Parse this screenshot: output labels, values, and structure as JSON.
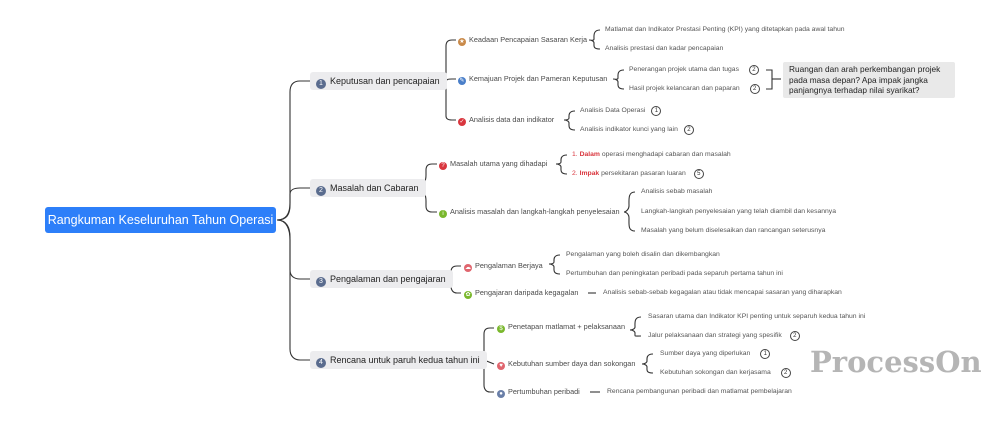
{
  "root": "Rangkuman Keseluruhan Tahun Operasi",
  "branches": [
    {
      "num": "1",
      "label": "Keputusan dan pencapaian",
      "subs": [
        {
          "label": "Keadaan Pencapaian Sasaran Kerja",
          "icon": "trophy-icon",
          "leaves": [
            "Matlamat dan Indikator Prestasi Penting (KPI) yang ditetapkan pada awal tahun",
            "Analisis prestasi dan kadar pencapaian"
          ]
        },
        {
          "label": "Kemajuan Projek dan Pameran Keputusan",
          "icon": "pencil-icon",
          "leaves": [
            "Penerangan projek utama dan tugas",
            "Hasil projek kelancaran dan paparan"
          ],
          "leaf_badges": [
            "2",
            "2"
          ],
          "note": "Ruangan dan arah perkembangan projek pada masa depan? Apa impak jangka panjangnya terhadap nilai syarikat?"
        },
        {
          "label": "Analisis data dan indikator",
          "icon": "check-icon",
          "leaves": [
            "Analisis Data Operasi",
            "Analisis indikator kunci yang lain"
          ],
          "leaf_badges": [
            "1",
            "2"
          ]
        }
      ]
    },
    {
      "num": "2",
      "label": "Masalah dan Cabaran",
      "subs": [
        {
          "label": "Masalah utama yang dihadapi",
          "icon": "question-icon",
          "leaves": [
            {
              "prefix": "1.",
              "highlight": "Dalam",
              "rest": "operasi menghadapi cabaran dan masalah"
            },
            {
              "prefix": "2.",
              "highlight": "Impak",
              "rest": "persekitaran pasaran luaran",
              "badge": "5"
            }
          ]
        },
        {
          "label": "Analisis masalah dan langkah-langkah penyelesaian",
          "icon": "info-icon",
          "leaves": [
            "Analisis sebab masalah",
            "Langkah-langkah penyelesaian yang telah diambil dan kesannya",
            "Masalah yang belum diselesaikan dan rancangan seterusnya"
          ]
        }
      ]
    },
    {
      "num": "3",
      "label": "Pengalaman dan pengajaran",
      "subs": [
        {
          "label": "Pengalaman Berjaya",
          "icon": "cloud-icon",
          "leaves": [
            "Pengalaman yang boleh disalin dan dikembangkan",
            "Pertumbuhan dan peningkatan peribadi pada separuh pertama tahun ini"
          ]
        },
        {
          "label": "Pengajaran daripada kegagalan",
          "icon": "flower-icon",
          "leaves": [
            "Analisis sebab-sebab kegagalan atau tidak mencapai sasaran yang diharapkan"
          ]
        }
      ]
    },
    {
      "num": "4",
      "label": "Rencana untuk paruh kedua tahun ini",
      "subs": [
        {
          "label": "Penetapan matlamat + pelaksanaan",
          "icon": "dollar-icon",
          "leaves": [
            "Sasaran utama dan Indikator KPI penting untuk separuh kedua tahun ini",
            "Jalur pelaksanaan dan strategi yang spesifik"
          ],
          "leaf_badges": [
            "",
            "2"
          ]
        },
        {
          "label": "Kebutuhan sumber daya dan sokongan",
          "icon": "heart-icon",
          "leaves": [
            "Sumber daya yang diperlukan",
            "Kebutuhan sokongan dan kerjasama"
          ],
          "leaf_badges": [
            "1",
            "2"
          ]
        },
        {
          "label": "Pertumbuhan peribadi",
          "icon": "person-icon",
          "leaves": [
            "Rencana pembangunan peribadi dan matlamat pembelajaran"
          ]
        }
      ]
    }
  ],
  "watermark": "ProcessOn",
  "colors": {
    "root": "#2d7ff9",
    "main_box": "#ececee",
    "number_badge": "#5a6c8e",
    "highlight": "#d9363e",
    "line": "#333333"
  }
}
